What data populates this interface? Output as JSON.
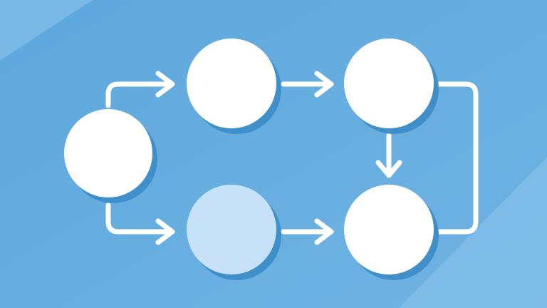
{
  "colors": {
    "background": "#61abdf",
    "background_light": "#8cc4ec",
    "node": "#ffffff",
    "node_highlight": "#c7e2f8",
    "node_shadow": "#3f8fcb",
    "connector": "#ffffff"
  },
  "diagram": {
    "type": "flowchart",
    "nodes": [
      {
        "id": "start",
        "style": "filled"
      },
      {
        "id": "top-middle",
        "style": "filled"
      },
      {
        "id": "top-right",
        "style": "filled"
      },
      {
        "id": "bottom-middle",
        "style": "highlight"
      },
      {
        "id": "bottom-right",
        "style": "filled"
      }
    ],
    "edges": [
      {
        "from": "start",
        "to": "top-middle",
        "arrow": true
      },
      {
        "from": "start",
        "to": "bottom-middle",
        "arrow": true
      },
      {
        "from": "top-middle",
        "to": "top-right",
        "arrow": true
      },
      {
        "from": "bottom-middle",
        "to": "bottom-right",
        "arrow": true
      },
      {
        "from": "top-right",
        "to": "bottom-right",
        "arrow": true
      },
      {
        "from": "top-right",
        "to": "bottom-right",
        "arrow": false,
        "route": "loop-right"
      }
    ]
  }
}
